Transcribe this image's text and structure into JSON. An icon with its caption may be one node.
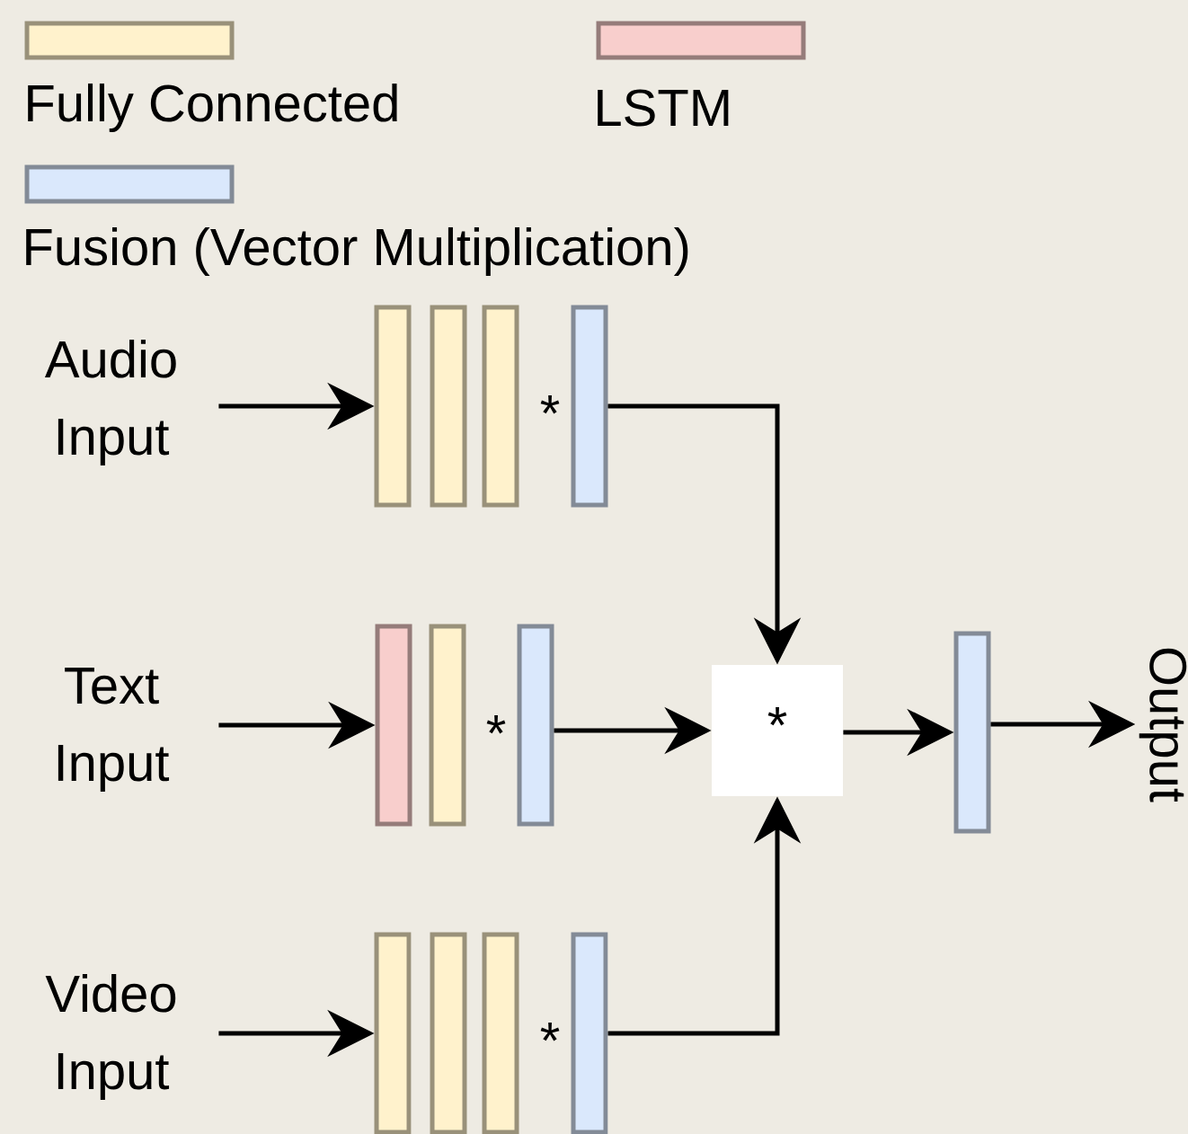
{
  "diagram": {
    "nodes": [
      {
        "text": [
          "Audio Input"
        ]
      },
      {
        "text": [],
        "shape": "bar"
      },
      {
        "text": [],
        "shape": "bar"
      },
      {
        "text": [],
        "shape": "bar"
      },
      {
        "text": [],
        "shape": "bar"
      },
      {
        "text": [
          "Text Input"
        ]
      },
      {
        "text": [],
        "shape": "bar"
      },
      {
        "text": [],
        "shape": "bar"
      },
      {
        "text": [],
        "shape": "bar"
      },
      {
        "text": [
          "*"
        ]
      },
      {
        "text": [],
        "shape": "bar"
      },
      {
        "text": [
          "Output"
        ]
      },
      {
        "text": [
          "Video Input"
        ]
      },
      {
        "text": [],
        "shape": "bar"
      },
      {
        "text": [],
        "shape": "bar"
      },
      {
        "text": [],
        "shape": "bar"
      },
      {
        "text": [],
        "shape": "bar"
      }
    ],
    "edges": [
      {
        "from": 0,
        "to": 1,
        "arrow": "to"
      },
      {
        "from": 4,
        "to": 9,
        "arrow": "to"
      },
      {
        "from": 5,
        "to": 6,
        "arrow": "to"
      },
      {
        "from": 8,
        "to": 9,
        "arrow": "to"
      },
      {
        "from": 9,
        "to": 10,
        "arrow": "to"
      },
      {
        "from": 10,
        "to": 11,
        "arrow": "to"
      },
      {
        "from": 12,
        "to": 13,
        "arrow": "to"
      },
      {
        "from": 16,
        "to": 9,
        "arrow": "to"
      }
    ],
    "labels": [
      "*",
      "*",
      "*"
    ],
    "legend": [
      {
        "text": "Fully Connected",
        "color": "#fff2cc"
      },
      {
        "text": "LSTM",
        "color": "#f8cecc"
      },
      {
        "text": "Fusion (Vector Multiplication)",
        "color": "#dae8fc"
      }
    ]
  }
}
